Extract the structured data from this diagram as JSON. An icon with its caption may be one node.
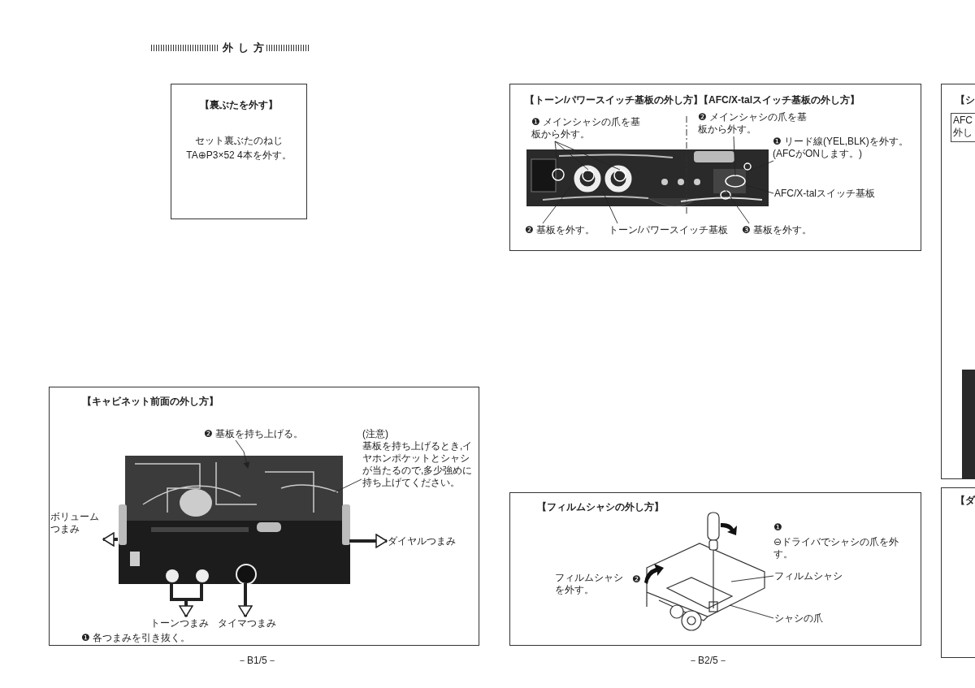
{
  "diagram": {
    "title": "外し方",
    "nodes": [
      {
        "text": [
          "【裏ぶたを外す】",
          "セット裏ぶたのねじ",
          "TA⊕P3×52 4本を外す。"
        ]
      },
      {
        "text": [
          "【トーン/パワースイッチ基板の外し方】",
          "【AFC/X-talスイッチ基板の外し方】"
        ]
      },
      {
        "text": [],
        "shape": "picture",
        "in": 1
      },
      {
        "text": [
          "❶ メインシャシの爪を基板から外す。"
        ],
        "in": 1
      },
      {
        "text": [
          "❷ 基板を外す。"
        ],
        "in": 1
      },
      {
        "text": [
          "トーン/パワースイッチ基板"
        ],
        "in": 1
      },
      {
        "text": [
          "❷ メインシャシの爪を基板から外す。"
        ],
        "in": 1
      },
      {
        "text": [
          "❶ リード線(YEL,BLK)を外す。",
          "(AFCがONします。)"
        ],
        "in": 1
      },
      {
        "text": [
          "AFC/X-talスイッチ基板"
        ],
        "in": 1
      },
      {
        "text": [
          "❸ 基板を外す。"
        ],
        "in": 1
      },
      {
        "text": [
          "【キャビネット前面の外し方】"
        ]
      },
      {
        "text": [],
        "shape": "picture",
        "in": 10
      },
      {
        "text": [
          "❷ 基板を持ち上げる。"
        ],
        "in": 10
      },
      {
        "text": [
          "(注意)",
          "基板を持ち上げるとき,イヤホンポケットとシャシが当たるので,多少強めに持ち上げてください。"
        ],
        "in": 10
      },
      {
        "text": [
          "ボリュームつまみ"
        ],
        "in": 10
      },
      {
        "text": [
          "ダイヤルつまみ"
        ],
        "in": 10
      },
      {
        "text": [
          "トーンつまみ"
        ],
        "in": 10
      },
      {
        "text": [
          "タイマつまみ"
        ],
        "in": 10
      },
      {
        "text": [
          "【フィルムシャシの外し方】"
        ]
      },
      {
        "text": [],
        "shape": "picture",
        "in": 18,
        "beside": [
          "❶",
          "⊖ドライバでシャシの爪を外す。",
          "フィルムシャシを外す。",
          "❷"
        ]
      },
      {
        "text": [
          "フィルムシャシ"
        ],
        "in": 18
      },
      {
        "text": [
          "シャシの爪"
        ],
        "in": 18
      },
      {
        "text": [
          "【シ"
        ]
      },
      {
        "text": [
          "AFC",
          "外し"
        ],
        "in": 22
      },
      {
        "text": [
          "【ダ"
        ]
      }
    ],
    "edges": [
      {
        "from": 3,
        "to": 2,
        "arrow": "none"
      },
      {
        "from": 3,
        "to": 2,
        "arrow": "none"
      },
      {
        "from": 3,
        "to": 2,
        "arrow": "none"
      },
      {
        "from": 4,
        "to": 2,
        "arrow": "none"
      },
      {
        "from": 5,
        "to": 2,
        "arrow": "none"
      },
      {
        "from": 6,
        "to": 2,
        "arrow": "none"
      },
      {
        "from": 7,
        "to": 2,
        "arrow": "none"
      },
      {
        "from": 8,
        "to": 2,
        "arrow": "none"
      },
      {
        "from": 9,
        "to": 2,
        "arrow": "none"
      },
      {
        "from": 12,
        "to": 11,
        "arrow": "to"
      },
      {
        "from": 13,
        "to": 11,
        "arrow": "none"
      },
      {
        "from": 11,
        "to": 14,
        "arrow": "to",
        "style": "thick"
      },
      {
        "from": 11,
        "to": 15,
        "arrow": "to",
        "style": "thick"
      },
      {
        "from": 11,
        "to": 16,
        "arrow": "to",
        "style": "thick"
      },
      {
        "from": 11,
        "to": 17,
        "arrow": "to",
        "style": "thick"
      },
      {
        "from": 20,
        "to": 19,
        "arrow": "none"
      },
      {
        "from": 21,
        "to": 19,
        "arrow": "none"
      }
    ],
    "labels": [
      "❶ 各つまみを引き抜く。",
      "－B1/5－",
      "－B2/5－"
    ]
  }
}
